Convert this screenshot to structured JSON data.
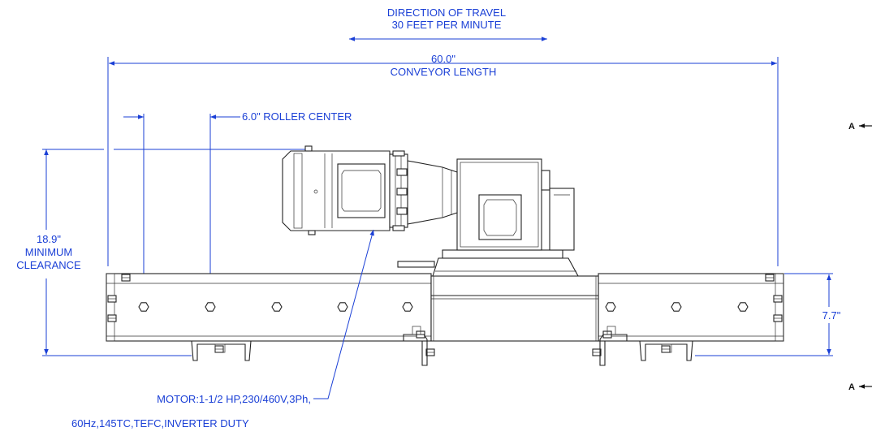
{
  "travel": {
    "line1": "DIRECTION OF TRAVEL",
    "line2": "30 FEET PER MINUTE"
  },
  "length": {
    "value": "60.0\"",
    "label": "CONVEYOR LENGTH"
  },
  "roller": {
    "label": "6.0\" ROLLER CENTER"
  },
  "clearance": {
    "value": "18.9\"",
    "line1": "MINIMUM",
    "line2": "CLEARANCE"
  },
  "height": {
    "value": "7.7\""
  },
  "motor": {
    "line1": "MOTOR:1-1/2 HP,230/460V,3Ph,",
    "line2": "60Hz,145TC,TEFC,INVERTER DUTY"
  },
  "section": {
    "top": "A",
    "bottom": "A"
  },
  "colors": {
    "dimension": "#1a3fd6",
    "outline": "#222222"
  }
}
